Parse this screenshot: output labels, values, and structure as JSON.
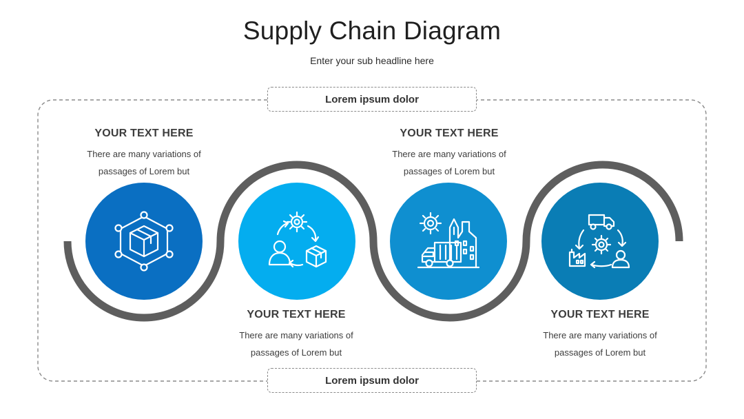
{
  "title": "Supply Chain Diagram",
  "subtitle": "Enter your sub headline here",
  "tags": {
    "top": "Lorem ipsum dolor",
    "bottom": "Lorem ipsum dolor"
  },
  "steps": [
    {
      "heading": "YOUR TEXT HERE",
      "line1": "There are many variations of",
      "line2": "passages of Lorem but",
      "color": "#0a6fc2",
      "icon": "package-network-icon"
    },
    {
      "heading": "YOUR TEXT HERE",
      "line1": "There are many variations of",
      "line2": "passages of Lorem but",
      "color": "#04adef",
      "icon": "user-gear-box-cycle-icon"
    },
    {
      "heading": "YOUR TEXT HERE",
      "line1": "There are many variations of",
      "line2": "passages of Lorem but",
      "color": "#0f8fd0",
      "icon": "factory-truck-gear-icon"
    },
    {
      "heading": "YOUR TEXT HERE",
      "line1": "There are many variations of",
      "line2": "passages of Lorem but",
      "color": "#0a7db5",
      "icon": "truck-factory-user-cycle-icon"
    }
  ],
  "colors": {
    "track": "#5e5e5e",
    "dashed": "#8a8a8a"
  }
}
